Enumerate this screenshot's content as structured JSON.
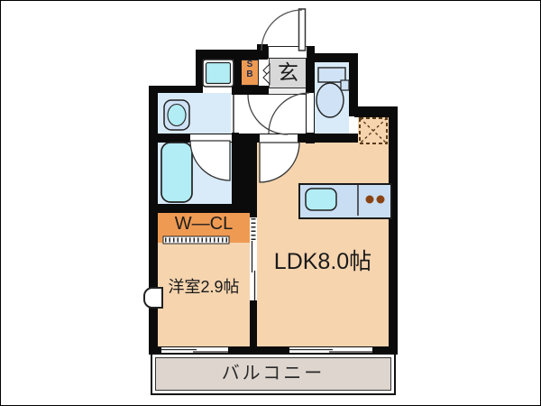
{
  "plan": {
    "type": "apartment-floor-plan",
    "labels": {
      "entrance": "玄",
      "shoe_box": "S\nB",
      "walk_in_closet": "W—CL",
      "western_room": "洋室2.9帖",
      "ldk": "LDK8.0帖",
      "balcony": "バルコニー"
    },
    "rooms": [
      {
        "name": "entrance-genkan",
        "label": "玄"
      },
      {
        "name": "shoe-box",
        "label": "SB"
      },
      {
        "name": "toilet",
        "label": ""
      },
      {
        "name": "washroom",
        "label": ""
      },
      {
        "name": "bathroom",
        "label": ""
      },
      {
        "name": "walk-in-closet",
        "label": "W—CL"
      },
      {
        "name": "western-room",
        "label": "洋室2.9帖",
        "size_jo": 2.9
      },
      {
        "name": "ldk",
        "label": "LDK8.0帖",
        "size_jo": 8.0
      },
      {
        "name": "balcony",
        "label": "バルコニー"
      }
    ],
    "fixtures": [
      "entry-door",
      "washing-machine",
      "washbasin",
      "bathtub",
      "toilet-bowl",
      "kitchen-sink",
      "stove-burners",
      "refrigerator-space"
    ],
    "colors": {
      "wall": "#0b0b0b",
      "peach": "#f5d4ae",
      "wet": "#d9ebf9",
      "fixture": "#b2ecf4",
      "orange": "#ef9a52",
      "genkan": "#d8d8d8",
      "counter": "#c9def3",
      "balcony": "#ddd5ce",
      "burner": "#8a4413"
    }
  }
}
